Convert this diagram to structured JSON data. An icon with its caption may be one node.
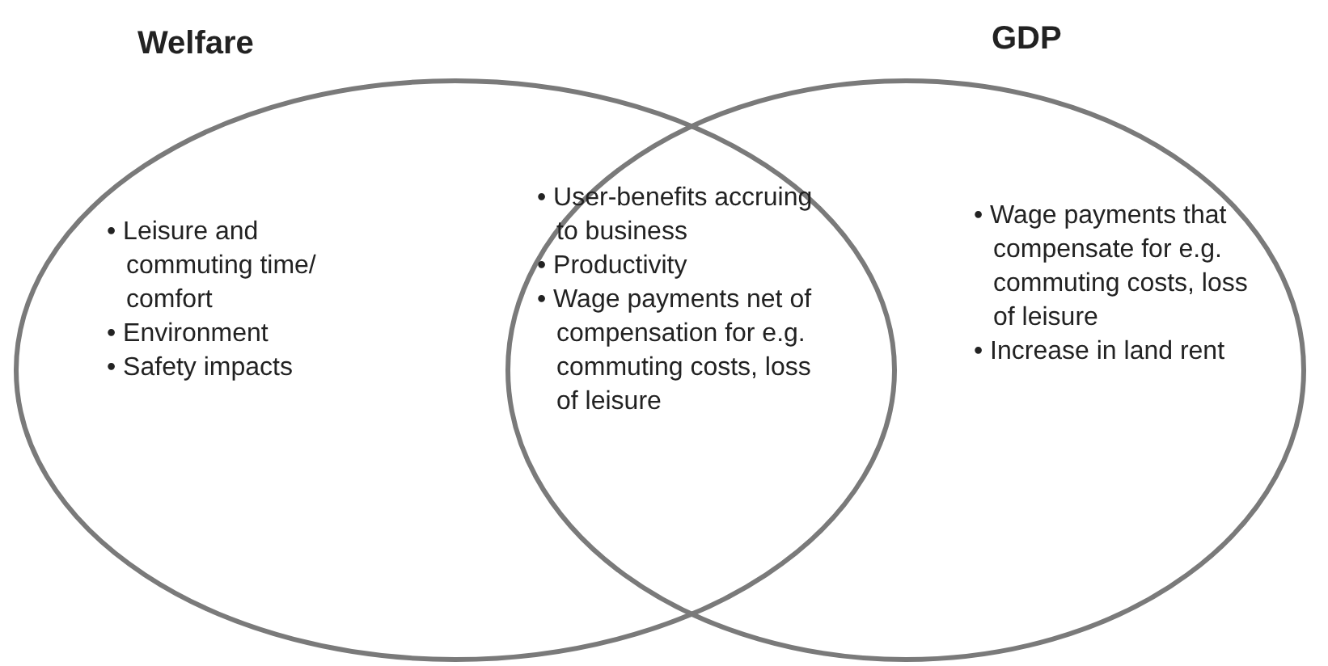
{
  "diagram": {
    "nodes": [
      {
        "text": [
          "Welfare",
          "• Leisure and commuting time/ comfort",
          "• Environment",
          "• Safety impacts"
        ]
      },
      {
        "text": [
          "GDP",
          "• Wage payments that compensate for e.g. commuting costs, loss of leisure",
          "• Increase in land rent"
        ]
      }
    ],
    "edges": [],
    "labels": [
      "• User-benefits accruing to business",
      "• Productivity",
      "• Wage payments net of compensation for e.g. commuting costs, loss of leisure"
    ]
  }
}
